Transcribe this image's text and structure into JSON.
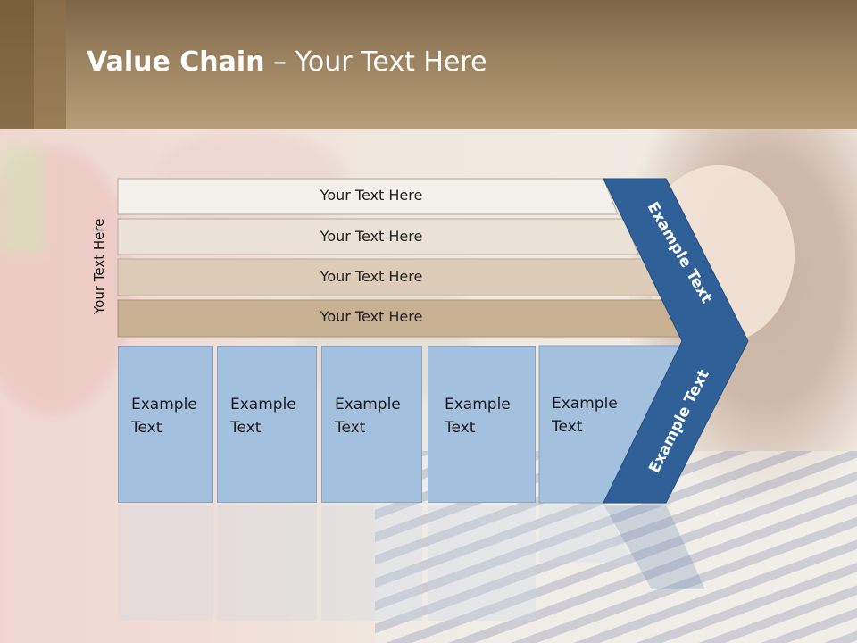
{
  "title": {
    "bold": "Value Chain",
    "rest": " – Your Text Here"
  },
  "side_label": "Your Text Here",
  "rows": [
    {
      "label": "Your Text Here",
      "fill": "#f4f1ec"
    },
    {
      "label": "Your Text Here",
      "fill": "#ebe2d6"
    },
    {
      "label": "Your Text Here",
      "fill": "#ddcdb8"
    },
    {
      "label": "Your Text Here",
      "fill": "#c8b092"
    }
  ],
  "boxes": [
    {
      "line1": "Example",
      "line2": "Text"
    },
    {
      "line1": "Example",
      "line2": "Text"
    },
    {
      "line1": "Example",
      "line2": "Text"
    },
    {
      "line1": "Example",
      "line2": "Text"
    },
    {
      "line1": "Example",
      "line2": "Text"
    }
  ],
  "chevron": {
    "upper_label": "Example Text",
    "lower_label": "Example Text",
    "fill": "#2f6198"
  },
  "colors": {
    "box_fill": "#a3c0de",
    "header": "#9b8260"
  }
}
